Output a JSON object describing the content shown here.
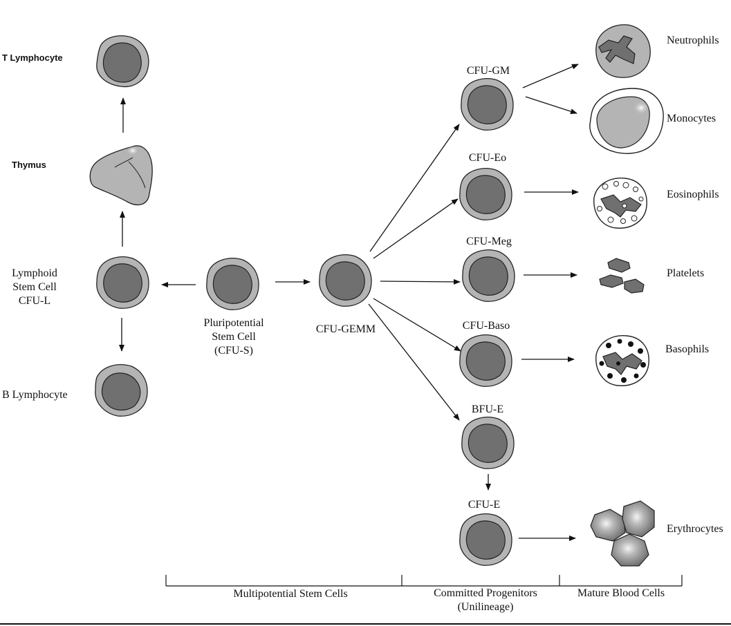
{
  "labels": {
    "t_lymphocyte": "T Lymphocyte",
    "thymus": "Thymus",
    "lymphoid_line1": "Lymphoid",
    "lymphoid_line2": "Stem Cell",
    "lymphoid_line3": "CFU-L",
    "b_lymphocyte": "B Lymphocyte",
    "pluripotential_line1": "Pluripotential",
    "pluripotential_line2": "Stem Cell",
    "pluripotential_line3": "(CFU-S)",
    "cfu_gemm": "CFU-GEMM",
    "cfu_gm": "CFU-GM",
    "cfu_eo": "CFU-Eo",
    "cfu_meg": "CFU-Meg",
    "cfu_baso": "CFU-Baso",
    "bfu_e": "BFU-E",
    "cfu_e": "CFU-E",
    "neutrophils": "Neutrophils",
    "monocytes": "Monocytes",
    "eosinophils": "Eosinophils",
    "platelets": "Platelets",
    "basophils": "Basophils",
    "erythrocytes": "Erythrocytes",
    "multipotential": "Multipotential Stem Cells",
    "committed_line1": "Committed Progenitors",
    "committed_line2": "(Unilineage)",
    "mature": "Mature Blood Cells"
  },
  "colors": {
    "cytoplasm": "#b4b4b4",
    "nucleus": "#707070",
    "outline": "#222222",
    "erythrocyte": "#8a8a8a"
  }
}
